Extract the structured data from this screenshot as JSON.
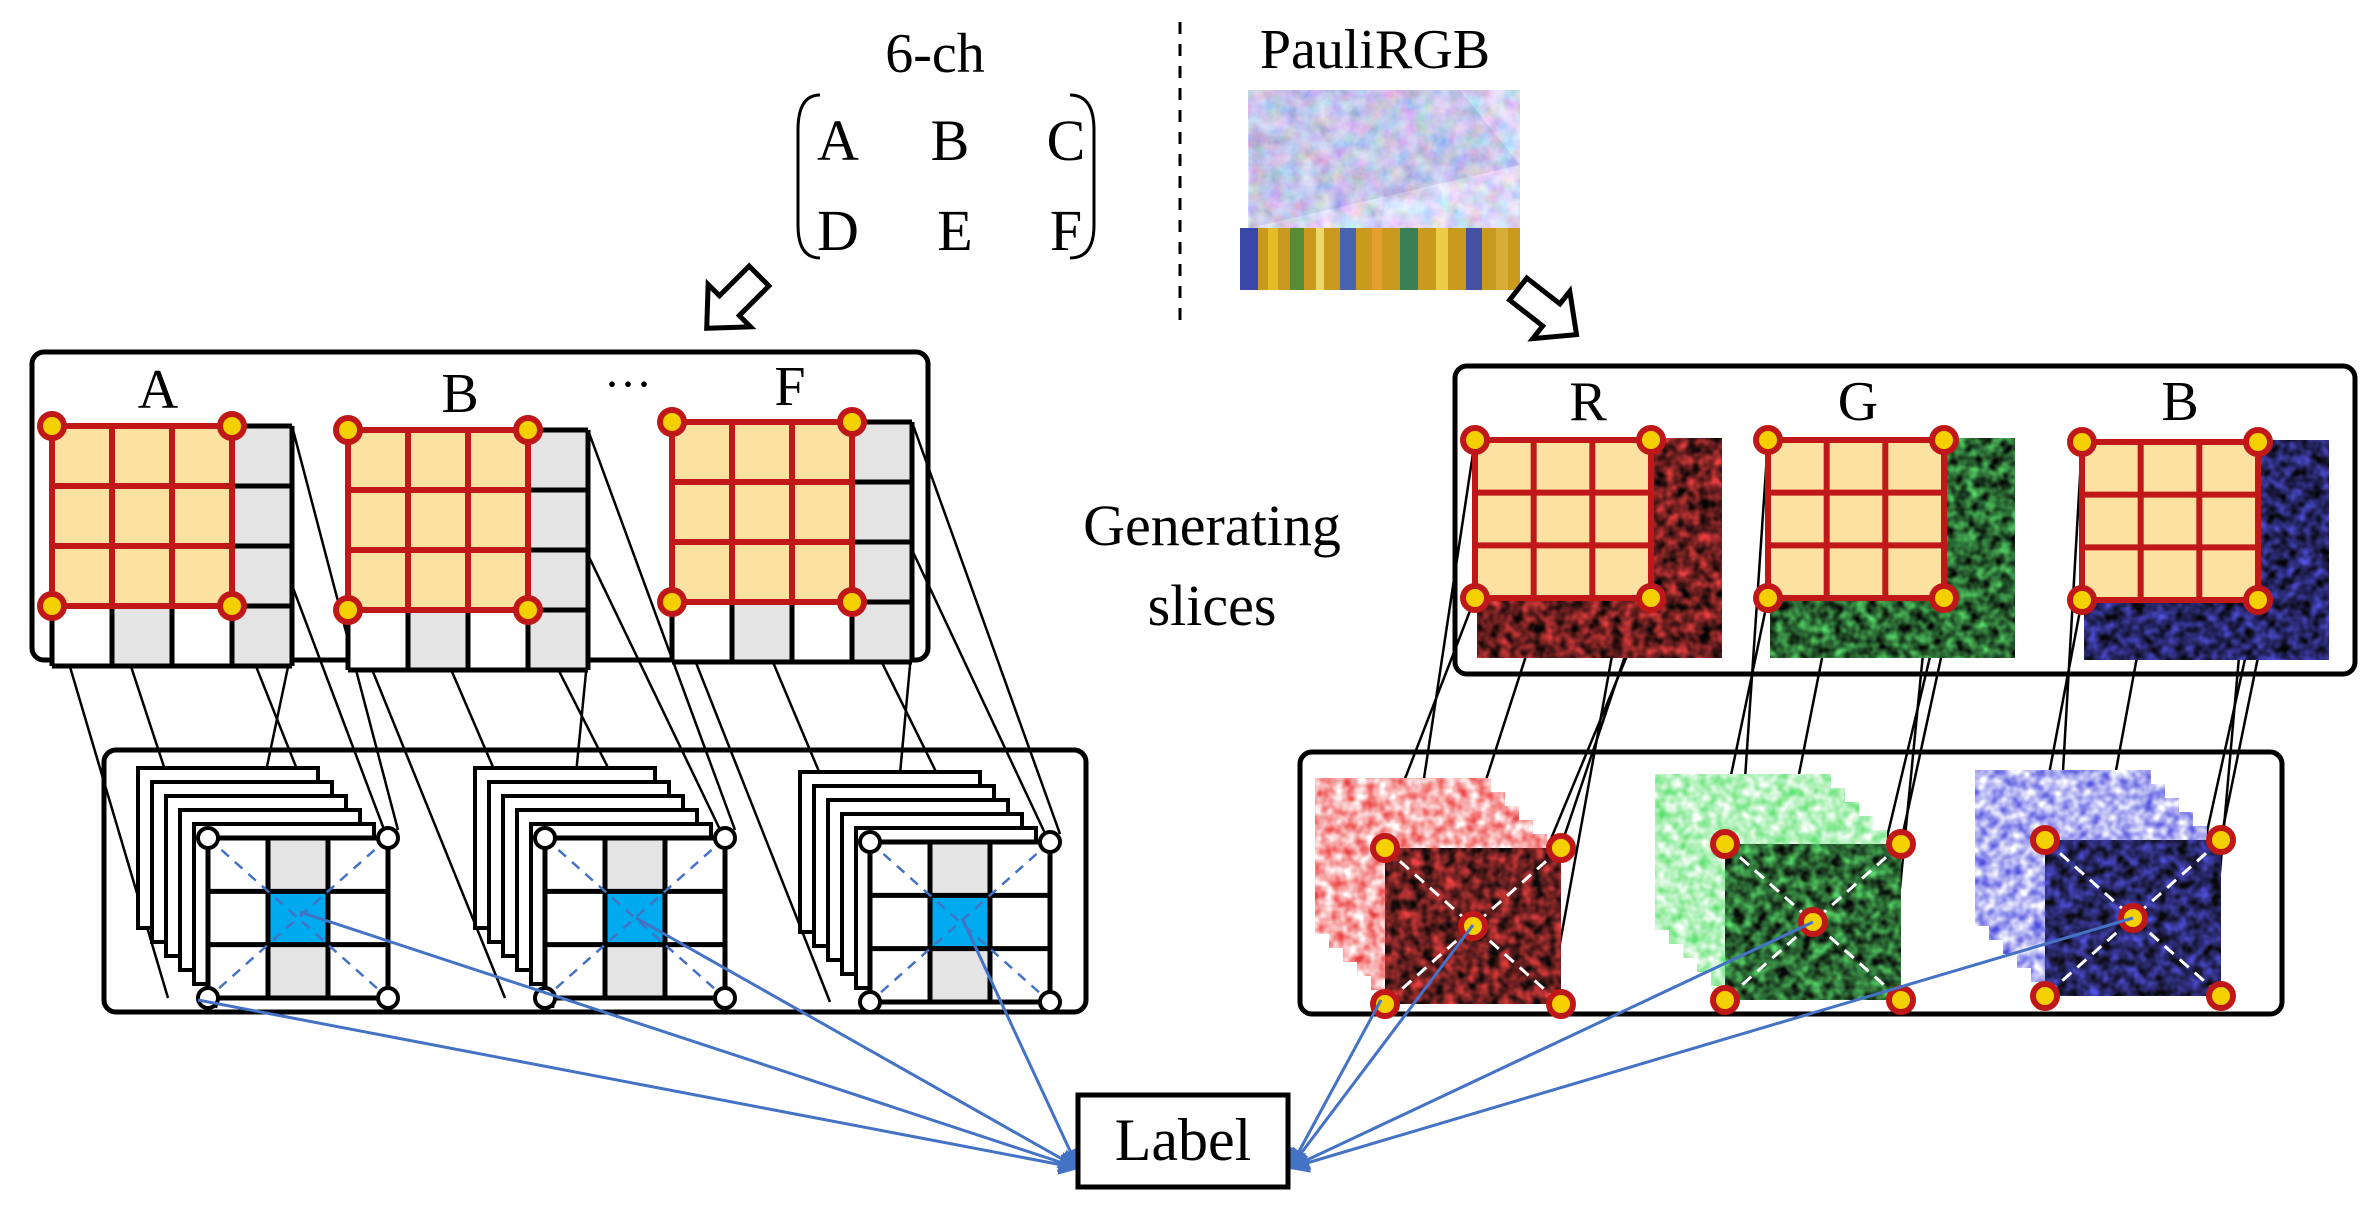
{
  "six_ch": {
    "title": "6-ch",
    "matrix": [
      [
        "A",
        "B",
        "C"
      ],
      [
        "D",
        "E",
        "F"
      ]
    ]
  },
  "pauli": {
    "title": "PauliRGB"
  },
  "left_slices": {
    "labels": [
      "A",
      "B",
      "F"
    ],
    "ellipsis": "···"
  },
  "right_slices": {
    "labels": [
      "R",
      "G",
      "B"
    ]
  },
  "generating": {
    "line1": "Generating",
    "line2": "slices"
  },
  "label_box": {
    "text": "Label"
  },
  "colors": {
    "grid_fill": "#fde1a3",
    "grid_line": "#c01818",
    "point_fill": "#f4d000",
    "point_stroke": "#c01818",
    "gray_cell": "#e4e4e4",
    "center_cell": "#00aaee",
    "arrow_blue": "#4472c4",
    "red_image": "#c81818",
    "green_image": "#1fa82a",
    "blue_image": "#1414b4"
  }
}
